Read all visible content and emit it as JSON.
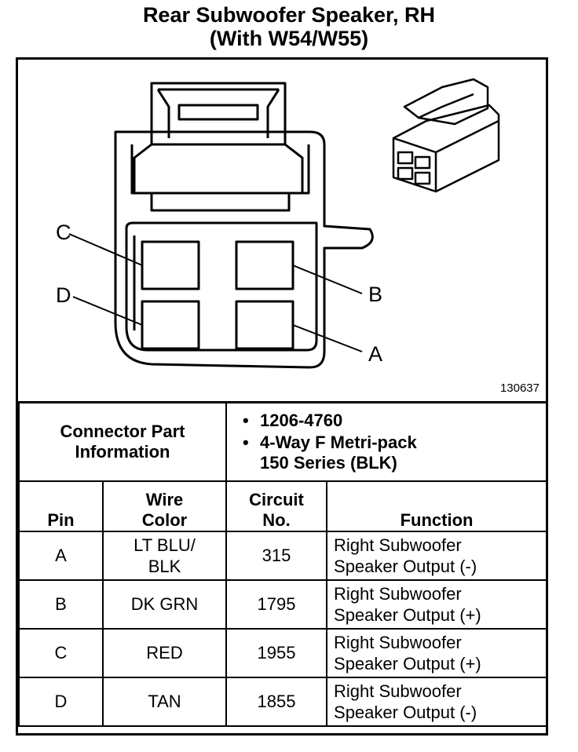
{
  "title": {
    "line1": "Rear Subwoofer Speaker, RH",
    "line2": "(With W54/W55)"
  },
  "figure": {
    "code": "130637",
    "callouts": {
      "a": "A",
      "b": "B",
      "c": "C",
      "d": "D"
    }
  },
  "connector_info": {
    "label_line1": "Connector Part",
    "label_line2": "Information",
    "part_number": "1206-4760",
    "type_line1": "4-Way F Metri-pack",
    "type_line2": "150 Series (BLK)"
  },
  "table": {
    "headers": {
      "pin": "Pin",
      "wire_color_1": "Wire",
      "wire_color_2": "Color",
      "circuit_1": "Circuit",
      "circuit_2": "No.",
      "function": "Function"
    },
    "rows": [
      {
        "pin": "A",
        "wire_1": "LT BLU/",
        "wire_2": "BLK",
        "circuit": "315",
        "fn_1": "Right Subwoofer",
        "fn_2": "Speaker Output (-)"
      },
      {
        "pin": "B",
        "wire_1": "DK GRN",
        "wire_2": "",
        "circuit": "1795",
        "fn_1": "Right Subwoofer",
        "fn_2": "Speaker Output (+)"
      },
      {
        "pin": "C",
        "wire_1": "RED",
        "wire_2": "",
        "circuit": "1955",
        "fn_1": "Right Subwoofer",
        "fn_2": "Speaker Output (+)"
      },
      {
        "pin": "D",
        "wire_1": "TAN",
        "wire_2": "",
        "circuit": "1855",
        "fn_1": "Right Subwoofer",
        "fn_2": "Speaker Output (-)"
      }
    ]
  }
}
